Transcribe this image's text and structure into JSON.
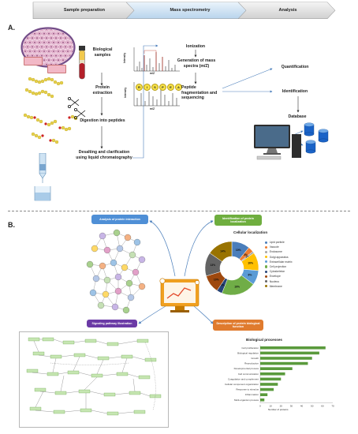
{
  "workflow": {
    "stages": [
      "Sample preparation",
      "Mass spectrometry",
      "Analysis"
    ]
  },
  "section_a": {
    "letter": "A.",
    "steps": {
      "biological_samples": "Biological samples",
      "protein_extraction": "Protein extraction",
      "digestion": "Digestion into peptides",
      "desalting": "Desalting and clarification using liquid chromatography",
      "ionization": "Ionization",
      "generation": "Generation of mass spectra (m/Z)",
      "fragmentation": "Peptide fragmentation and sequencing",
      "quantification": "Quantification",
      "identification": "Identification",
      "database": "Database"
    },
    "spectrum_axes": {
      "y_label": "Intensity",
      "x_label": "m/Z"
    },
    "peptide_letters": [
      "R",
      "I",
      "S",
      "P",
      "E",
      "A"
    ]
  },
  "section_b": {
    "letter": "B.",
    "cards": {
      "interaction": "Analysis of protein interaction",
      "localization_id": "Identification of protein localization",
      "signaling": "Signaling pathway illustration",
      "function": "Description of protein biological function"
    },
    "localization_chart": {
      "title": "Cellular localization",
      "legend": [
        "Lipid particle",
        "Vacuole",
        "Endosome",
        "Golgi apparatus",
        "Extracellular matrix",
        "Cell projection",
        "Cytoskeleton",
        "Envelope",
        "Nucleus",
        "Membrane"
      ],
      "legend_colors": [
        "#4a7ebb",
        "#ed7d31",
        "#a5a5a5",
        "#ffc000",
        "#5b9bd5",
        "#70ad47",
        "#264478",
        "#9e480e",
        "#636363",
        "#997300"
      ]
    },
    "biological_processes": {
      "title": "Biological processes",
      "x_axis_label": "Number of proteins",
      "tick_labels": [
        "0",
        "10",
        "20",
        "30",
        "40",
        "50",
        "60",
        "70"
      ]
    }
  },
  "chart_data": [
    {
      "type": "pie",
      "title": "Cellular localization",
      "categories": [
        "Lipid particle",
        "Vacuole",
        "Endosome",
        "Golgi apparatus",
        "Extracellular matrix",
        "Cell projection",
        "Cytoskeleton",
        "Envelope",
        "Nucleus",
        "Membrane"
      ],
      "values": [
        10,
        3,
        1,
        10,
        8,
        19,
        3,
        10,
        13,
        14
      ],
      "value_labels": [
        "10%",
        "3%",
        "1%",
        "10%",
        "8%",
        "19%",
        "3%",
        "10%",
        "13%",
        "14%"
      ],
      "colors": [
        "#4a7ebb",
        "#ed7d31",
        "#a5a5a5",
        "#ffc000",
        "#5b9bd5",
        "#70ad47",
        "#264478",
        "#9e480e",
        "#636363",
        "#997300"
      ]
    },
    {
      "type": "bar",
      "orientation": "horizontal",
      "title": "Biological processes",
      "xlabel": "Number of proteins",
      "xlim": [
        0,
        70
      ],
      "categories": [
        "Cell proliferation",
        "Biological regulation",
        "Growth",
        "Reproduction",
        "Developmental process",
        "Cell communication",
        "Coagulation and complement",
        "Cellular component organization",
        "Response to stimulus",
        "Inflammation",
        "Multi-organism process"
      ],
      "values": [
        63,
        57,
        50,
        46,
        31,
        24,
        20,
        17,
        13,
        7,
        4
      ],
      "color": "#5a9a3c"
    }
  ]
}
